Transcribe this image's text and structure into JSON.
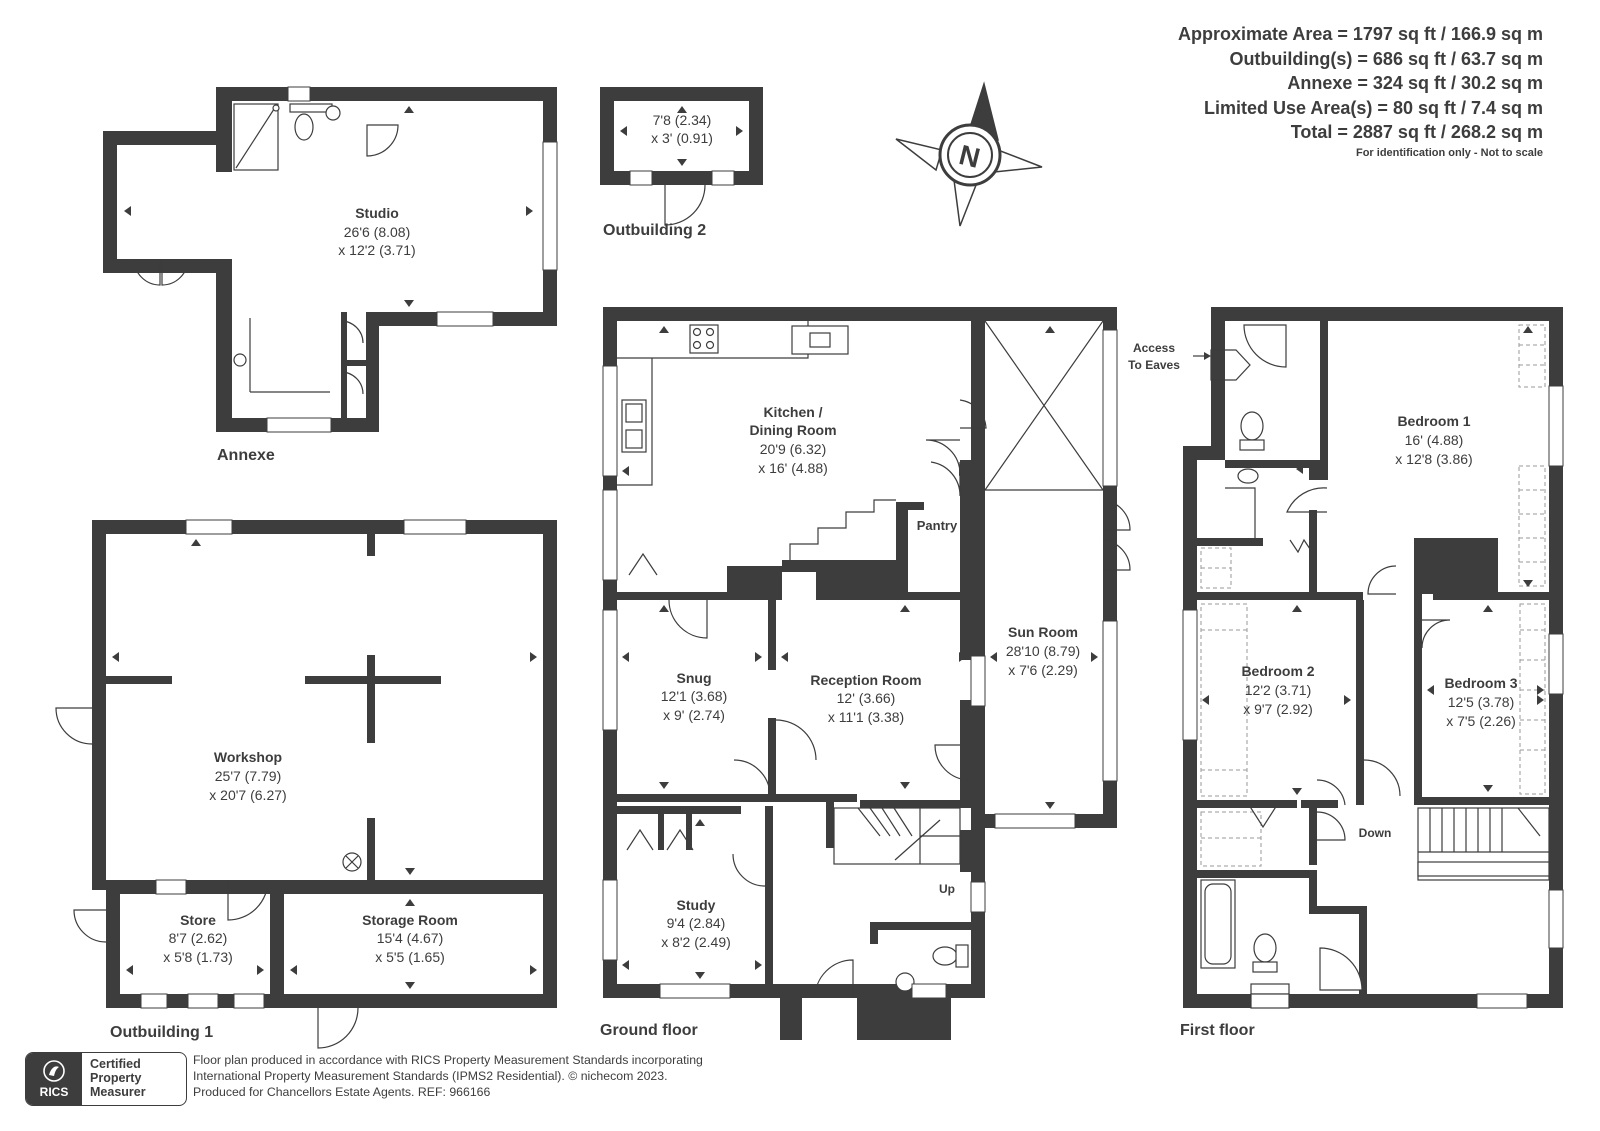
{
  "area_summary": {
    "lines": [
      "Approximate Area = 1797 sq ft / 166.9 sq m",
      "Outbuilding(s) = 686 sq ft / 63.7 sq m",
      "Annexe = 324 sq ft / 30.2 sq m",
      "Limited Use Area(s) = 80 sq ft / 7.4 sq m",
      "Total = 2887 sq ft / 268.2 sq m"
    ],
    "note": "For identification only - Not to scale"
  },
  "compass": {
    "letter": "N"
  },
  "section_labels": {
    "annexe": "Annexe",
    "outbuilding_1": "Outbuilding 1",
    "outbuilding_2": "Outbuilding 2",
    "ground_floor": "Ground floor",
    "first_floor": "First floor"
  },
  "rooms": {
    "studio": {
      "name": "Studio",
      "dims": [
        "26'6 (8.08)",
        "x 12'2 (3.71)"
      ]
    },
    "outbuilding_2": {
      "name": "",
      "dims": [
        "7'8 (2.34)",
        "x 3' (0.91)"
      ]
    },
    "workshop": {
      "name": "Workshop",
      "dims": [
        "25'7 (7.79)",
        "x 20'7 (6.27)"
      ]
    },
    "store": {
      "name": "Store",
      "dims": [
        "8'7 (2.62)",
        "x 5'8 (1.73)"
      ]
    },
    "storage_room": {
      "name": "Storage Room",
      "dims": [
        "15'4 (4.67)",
        "x 5'5 (1.65)"
      ]
    },
    "kitchen": {
      "name": [
        "Kitchen /",
        "Dining Room"
      ],
      "dims": [
        "20'9 (6.32)",
        "x 16' (4.88)"
      ]
    },
    "pantry": {
      "name": "Pantry"
    },
    "snug": {
      "name": "Snug",
      "dims": [
        "12'1 (3.68)",
        "x 9' (2.74)"
      ]
    },
    "reception": {
      "name": "Reception Room",
      "dims": [
        "12' (3.66)",
        "x 11'1 (3.38)"
      ]
    },
    "sun_room": {
      "name": "Sun Room",
      "dims": [
        "28'10 (8.79)",
        "x 7'6 (2.29)"
      ]
    },
    "study": {
      "name": "Study",
      "dims": [
        "9'4 (2.84)",
        "x 8'2 (2.49)"
      ]
    },
    "bedroom_1": {
      "name": "Bedroom 1",
      "dims": [
        "16' (4.88)",
        "x 12'8 (3.86)"
      ]
    },
    "bedroom_2": {
      "name": "Bedroom 2",
      "dims": [
        "12'2 (3.71)",
        "x 9'7 (2.92)"
      ]
    },
    "bedroom_3": {
      "name": "Bedroom 3",
      "dims": [
        "12'5 (3.78)",
        "x 7'5 (2.26)"
      ]
    }
  },
  "annotations": {
    "stairs_up": "Up",
    "stairs_down": "Down",
    "access_eaves": [
      "Access",
      "To Eaves"
    ]
  },
  "footer": {
    "badge_logo": "RICS",
    "badge_lines": [
      "Certified",
      "Property",
      "Measurer"
    ],
    "lines": [
      "Floor plan produced in accordance with RICS Property Measurement Standards incorporating",
      "International Property Measurement Standards (IPMS2 Residential).   © n⁠ichecom 2023.",
      "Produced for Chancellors Estate Agents.   REF: 966166"
    ]
  },
  "colors": {
    "wall": "#3d3d3d",
    "background": "#ffffff",
    "dashed": "#9a9a9a"
  },
  "icons": [
    "compass-icon",
    "rics-crest-icon"
  ]
}
